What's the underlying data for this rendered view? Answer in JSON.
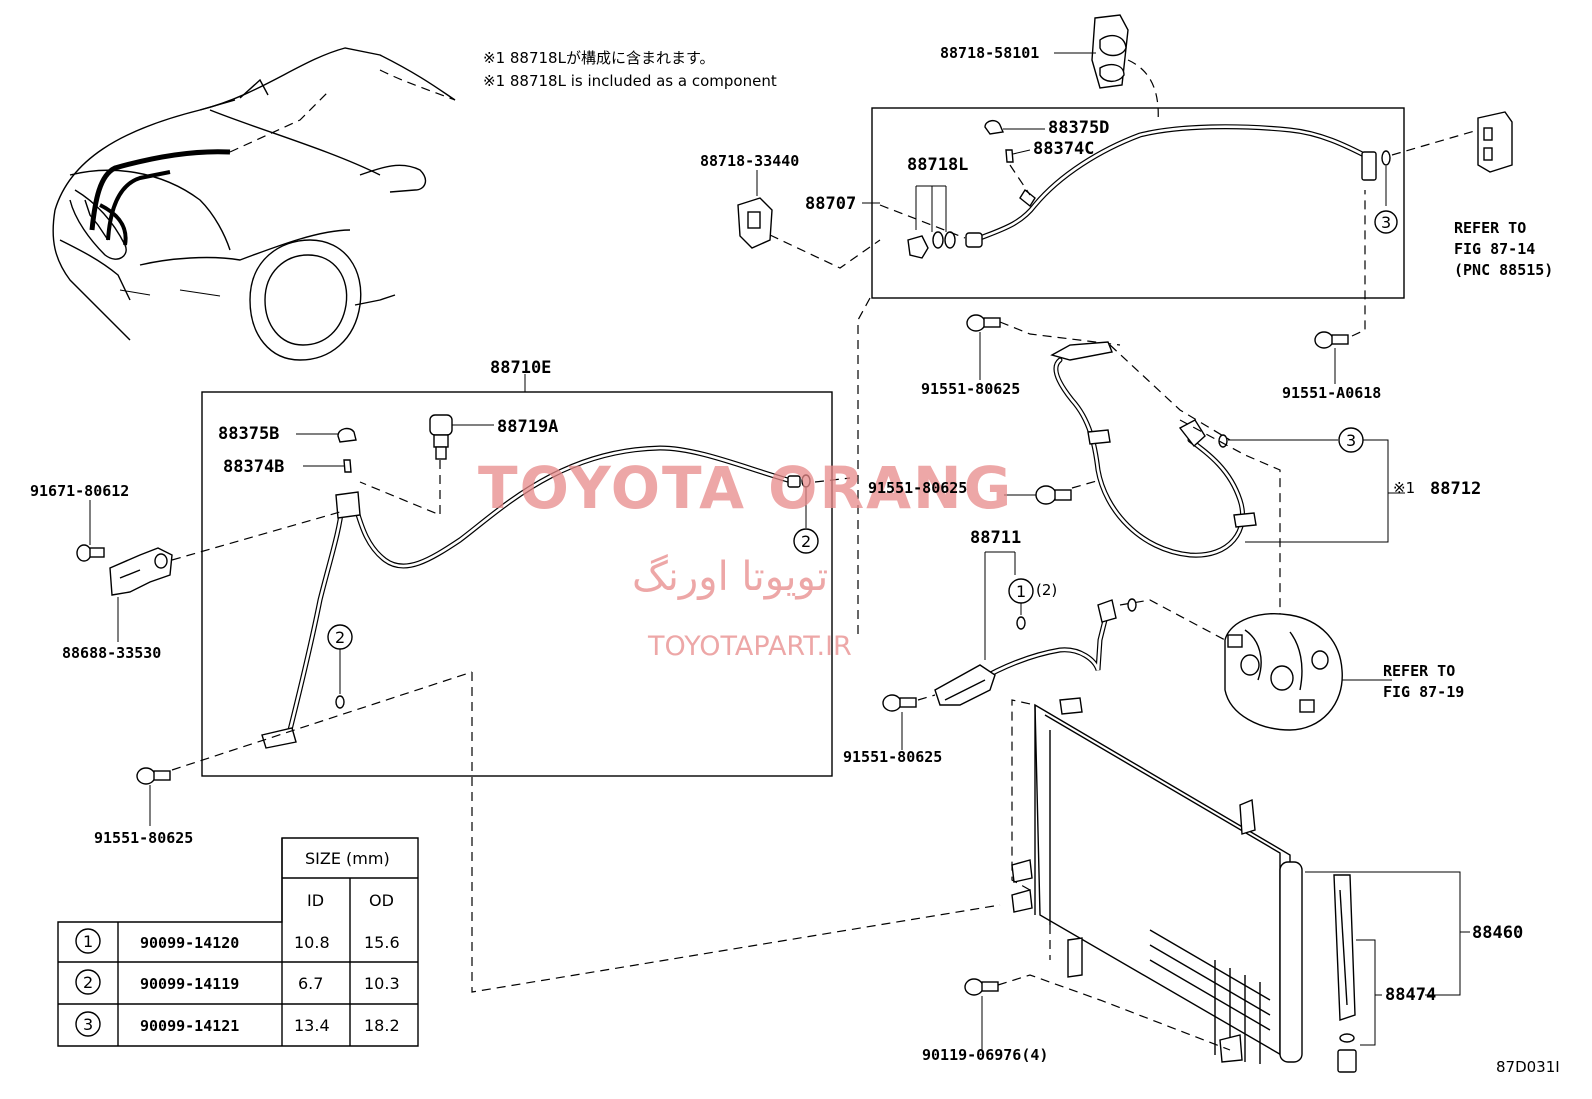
{
  "notes": {
    "jp": "※1 88718Lが構成に含まれます。",
    "en": "※1 88718L is included as a component"
  },
  "labels": {
    "p88718_58101": "88718-58101",
    "p88375D": "88375D",
    "p88374C": "88374C",
    "p88718L": "88718L",
    "p88718_33440": "88718-33440",
    "p88707": "88707",
    "refer1_l1": "REFER TO",
    "refer1_l2": "FIG 87-14",
    "refer1_l3": "(PNC 88515)",
    "p88710E": "88710E",
    "p88375B": "88375B",
    "p88719A": "88719A",
    "p88374B": "88374B",
    "p91671_80612": "91671-80612",
    "p88688_33530": "88688-33530",
    "p91551_80625_a": "91551-80625",
    "p91551_80625_b": "91551-80625",
    "p91551_80625_c": "91551-80625",
    "p91551_80625_d": "91551-80625",
    "p91551_A0618": "91551-A0618",
    "p88712": "88712",
    "mark_1": "※1",
    "p88711": "88711",
    "qty_2": "(2)",
    "refer2_l1": "REFER TO",
    "refer2_l2": "FIG 87-19",
    "p88460": "88460",
    "p88474": "88474",
    "p90119_06976": "90119-06976(4)",
    "diagram_code": "87D031I"
  },
  "callouts": {
    "c1": "1",
    "c2": "2",
    "c3": "3"
  },
  "watermark": {
    "line1": "TOYOTA ORANG",
    "line2": "تویوتا اورنگ",
    "line3": "TOYOTAPART.IR",
    "color": "#e88a8a"
  },
  "size_table": {
    "title": "SIZE (mm)",
    "col_id": "ID",
    "col_od": "OD",
    "rows": [
      {
        "ref": "1",
        "part": "90099-14120",
        "id": "10.8",
        "od": "15.6"
      },
      {
        "ref": "2",
        "part": "90099-14119",
        "id": "6.7",
        "od": "10.3"
      },
      {
        "ref": "3",
        "part": "90099-14121",
        "id": "13.4",
        "od": "18.2"
      }
    ]
  }
}
